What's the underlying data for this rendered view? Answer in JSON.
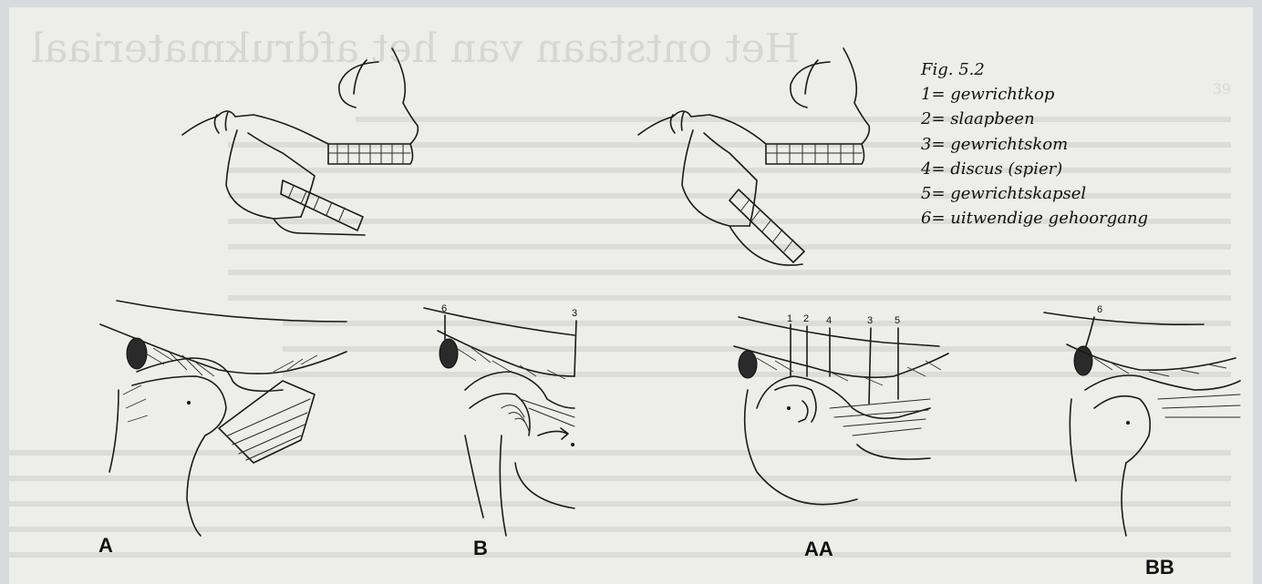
{
  "legend": {
    "title": "Fig. 5.2",
    "items": [
      "1= gewrichtkop",
      "2= slaapbeen",
      "3= gewrichtskom",
      "4= discus (spier)",
      "5= gewrichtskapsel",
      "6= uitwendige gehoorgang"
    ]
  },
  "panels": {
    "a": "A",
    "b": "B",
    "aa": "AA",
    "bb": "BB"
  },
  "callouts": {
    "b_6": "6",
    "b_3": "3",
    "aa_1": "1",
    "aa_2": "2",
    "aa_4": "4",
    "aa_3": "3",
    "aa_5": "5",
    "bb_6": "6"
  },
  "background_text": {
    "heading": "Het ontstaan van het afdrukmateriaal",
    "page_number": "39"
  },
  "colors": {
    "page": "#ededea",
    "ink": "#1a1a1a",
    "bleed_through": "#cfcfcc"
  }
}
